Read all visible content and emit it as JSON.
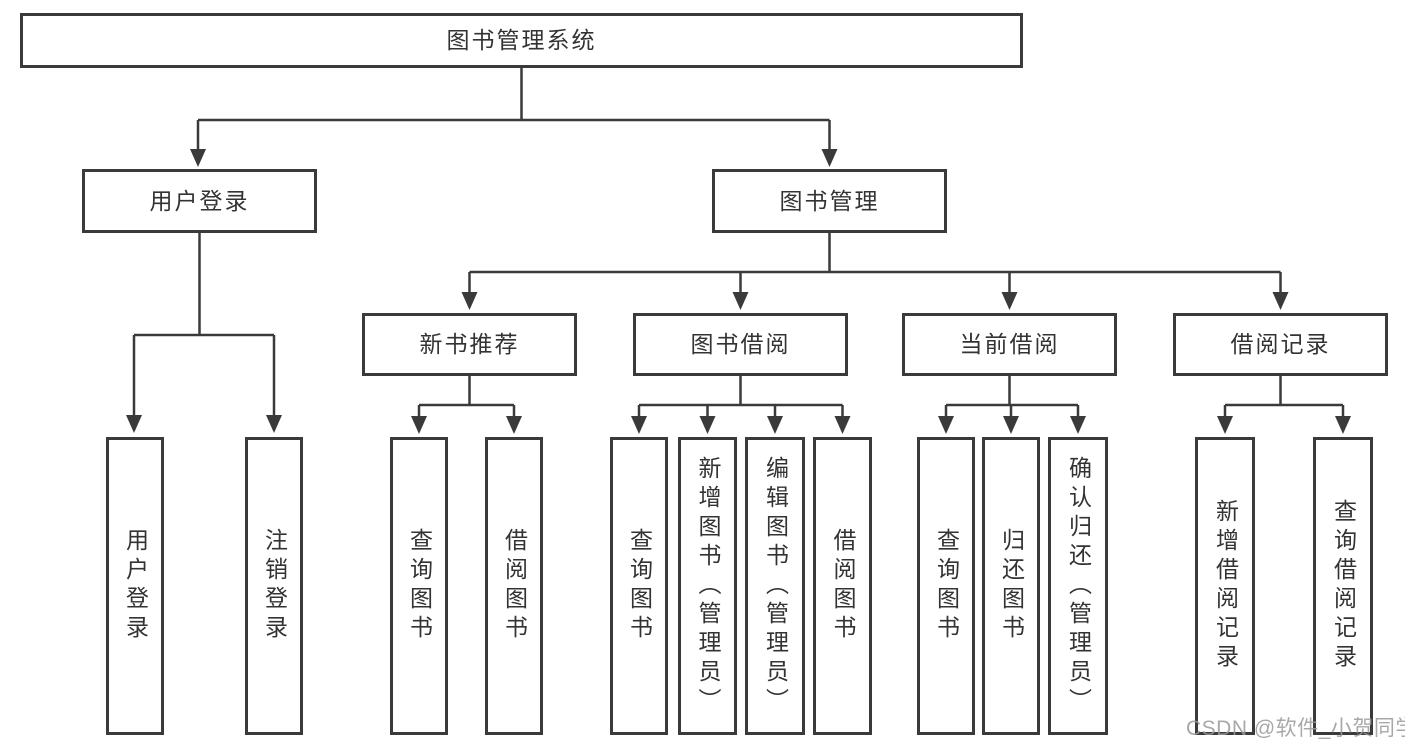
{
  "diagram": {
    "title_node": {
      "label": "图书管理系统"
    },
    "level2": [
      {
        "label": "用户登录"
      },
      {
        "label": "图书管理"
      }
    ],
    "level3": [
      {
        "label": "新书推荐"
      },
      {
        "label": "图书借阅"
      },
      {
        "label": "当前借阅"
      },
      {
        "label": "借阅记录"
      }
    ],
    "leaves": [
      {
        "label": "用户登录",
        "parent": "用户登录"
      },
      {
        "label": "注销登录",
        "parent": "用户登录"
      },
      {
        "label": "查询图书",
        "parent": "新书推荐"
      },
      {
        "label": "借阅图书",
        "parent": "新书推荐"
      },
      {
        "label": "查询图书",
        "parent": "图书借阅"
      },
      {
        "label": "新增图书（管理员）",
        "parent": "图书借阅"
      },
      {
        "label": "编辑图书（管理员）",
        "parent": "图书借阅"
      },
      {
        "label": "借阅图书",
        "parent": "图书借阅"
      },
      {
        "label": "查询图书",
        "parent": "当前借阅"
      },
      {
        "label": "归还图书",
        "parent": "当前借阅"
      },
      {
        "label": "确认归还（管理员）",
        "parent": "当前借阅"
      },
      {
        "label": "新增借阅记录",
        "parent": "借阅记录"
      },
      {
        "label": "查询借阅记录",
        "parent": "借阅记录"
      }
    ],
    "watermark": "CSDN @软件_小贺同学",
    "colors": {
      "line": "#3a3a3a",
      "text": "#333333",
      "watermark": "#9a9a9a",
      "background": "#ffffff"
    }
  }
}
